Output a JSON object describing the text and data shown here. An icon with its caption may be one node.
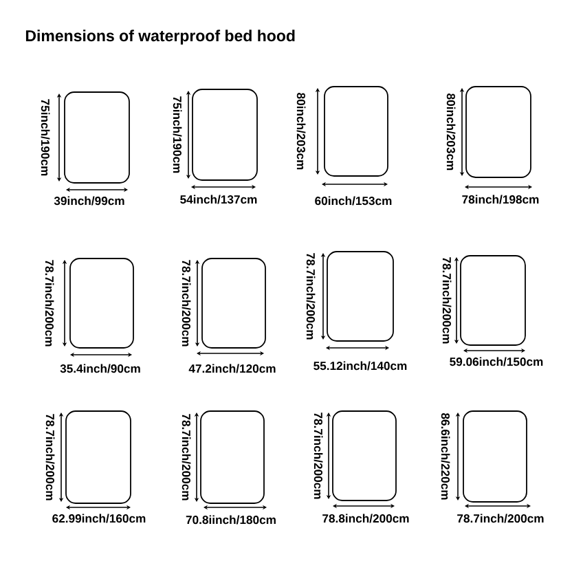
{
  "diagram": {
    "title": "Dimensions of waterproof bed hood",
    "nodes": [
      {
        "text": [],
        "shape": "box",
        "beside": [
          "75inch/190cm",
          "39inch/99cm"
        ]
      },
      {
        "text": [],
        "shape": "box",
        "beside": [
          "75inch/190cm",
          "54inch/137cm"
        ]
      },
      {
        "text": [],
        "shape": "box",
        "beside": [
          "80inch/203cm",
          "60inch/153cm"
        ]
      },
      {
        "text": [],
        "shape": "box",
        "beside": [
          "80inch/203cm",
          "78inch/198cm"
        ]
      },
      {
        "text": [],
        "shape": "box",
        "beside": [
          "78.7inch/200cm",
          "35.4inch/90cm"
        ]
      },
      {
        "text": [],
        "shape": "box",
        "beside": [
          "78.7inch/200cm",
          "47.2inch/120cm"
        ]
      },
      {
        "text": [],
        "shape": "box",
        "beside": [
          "78.7inch/200cm",
          "55.12inch/140cm"
        ]
      },
      {
        "text": [],
        "shape": "box",
        "beside": [
          "78.7inch/200cm",
          "59.06inch/150cm"
        ]
      },
      {
        "text": [],
        "shape": "box",
        "beside": [
          "78.7inch/200cm",
          "62.99inch/160cm"
        ]
      },
      {
        "text": [],
        "shape": "box",
        "beside": [
          "78.7inch/200cm",
          "70.8iinch/180cm"
        ]
      },
      {
        "text": [],
        "shape": "box",
        "beside": [
          "78.7inch/200cm",
          "78.8inch/200cm"
        ]
      },
      {
        "text": [],
        "shape": "box",
        "beside": [
          "86.6inch/220cm",
          "78.7inch/200cm"
        ]
      }
    ]
  }
}
